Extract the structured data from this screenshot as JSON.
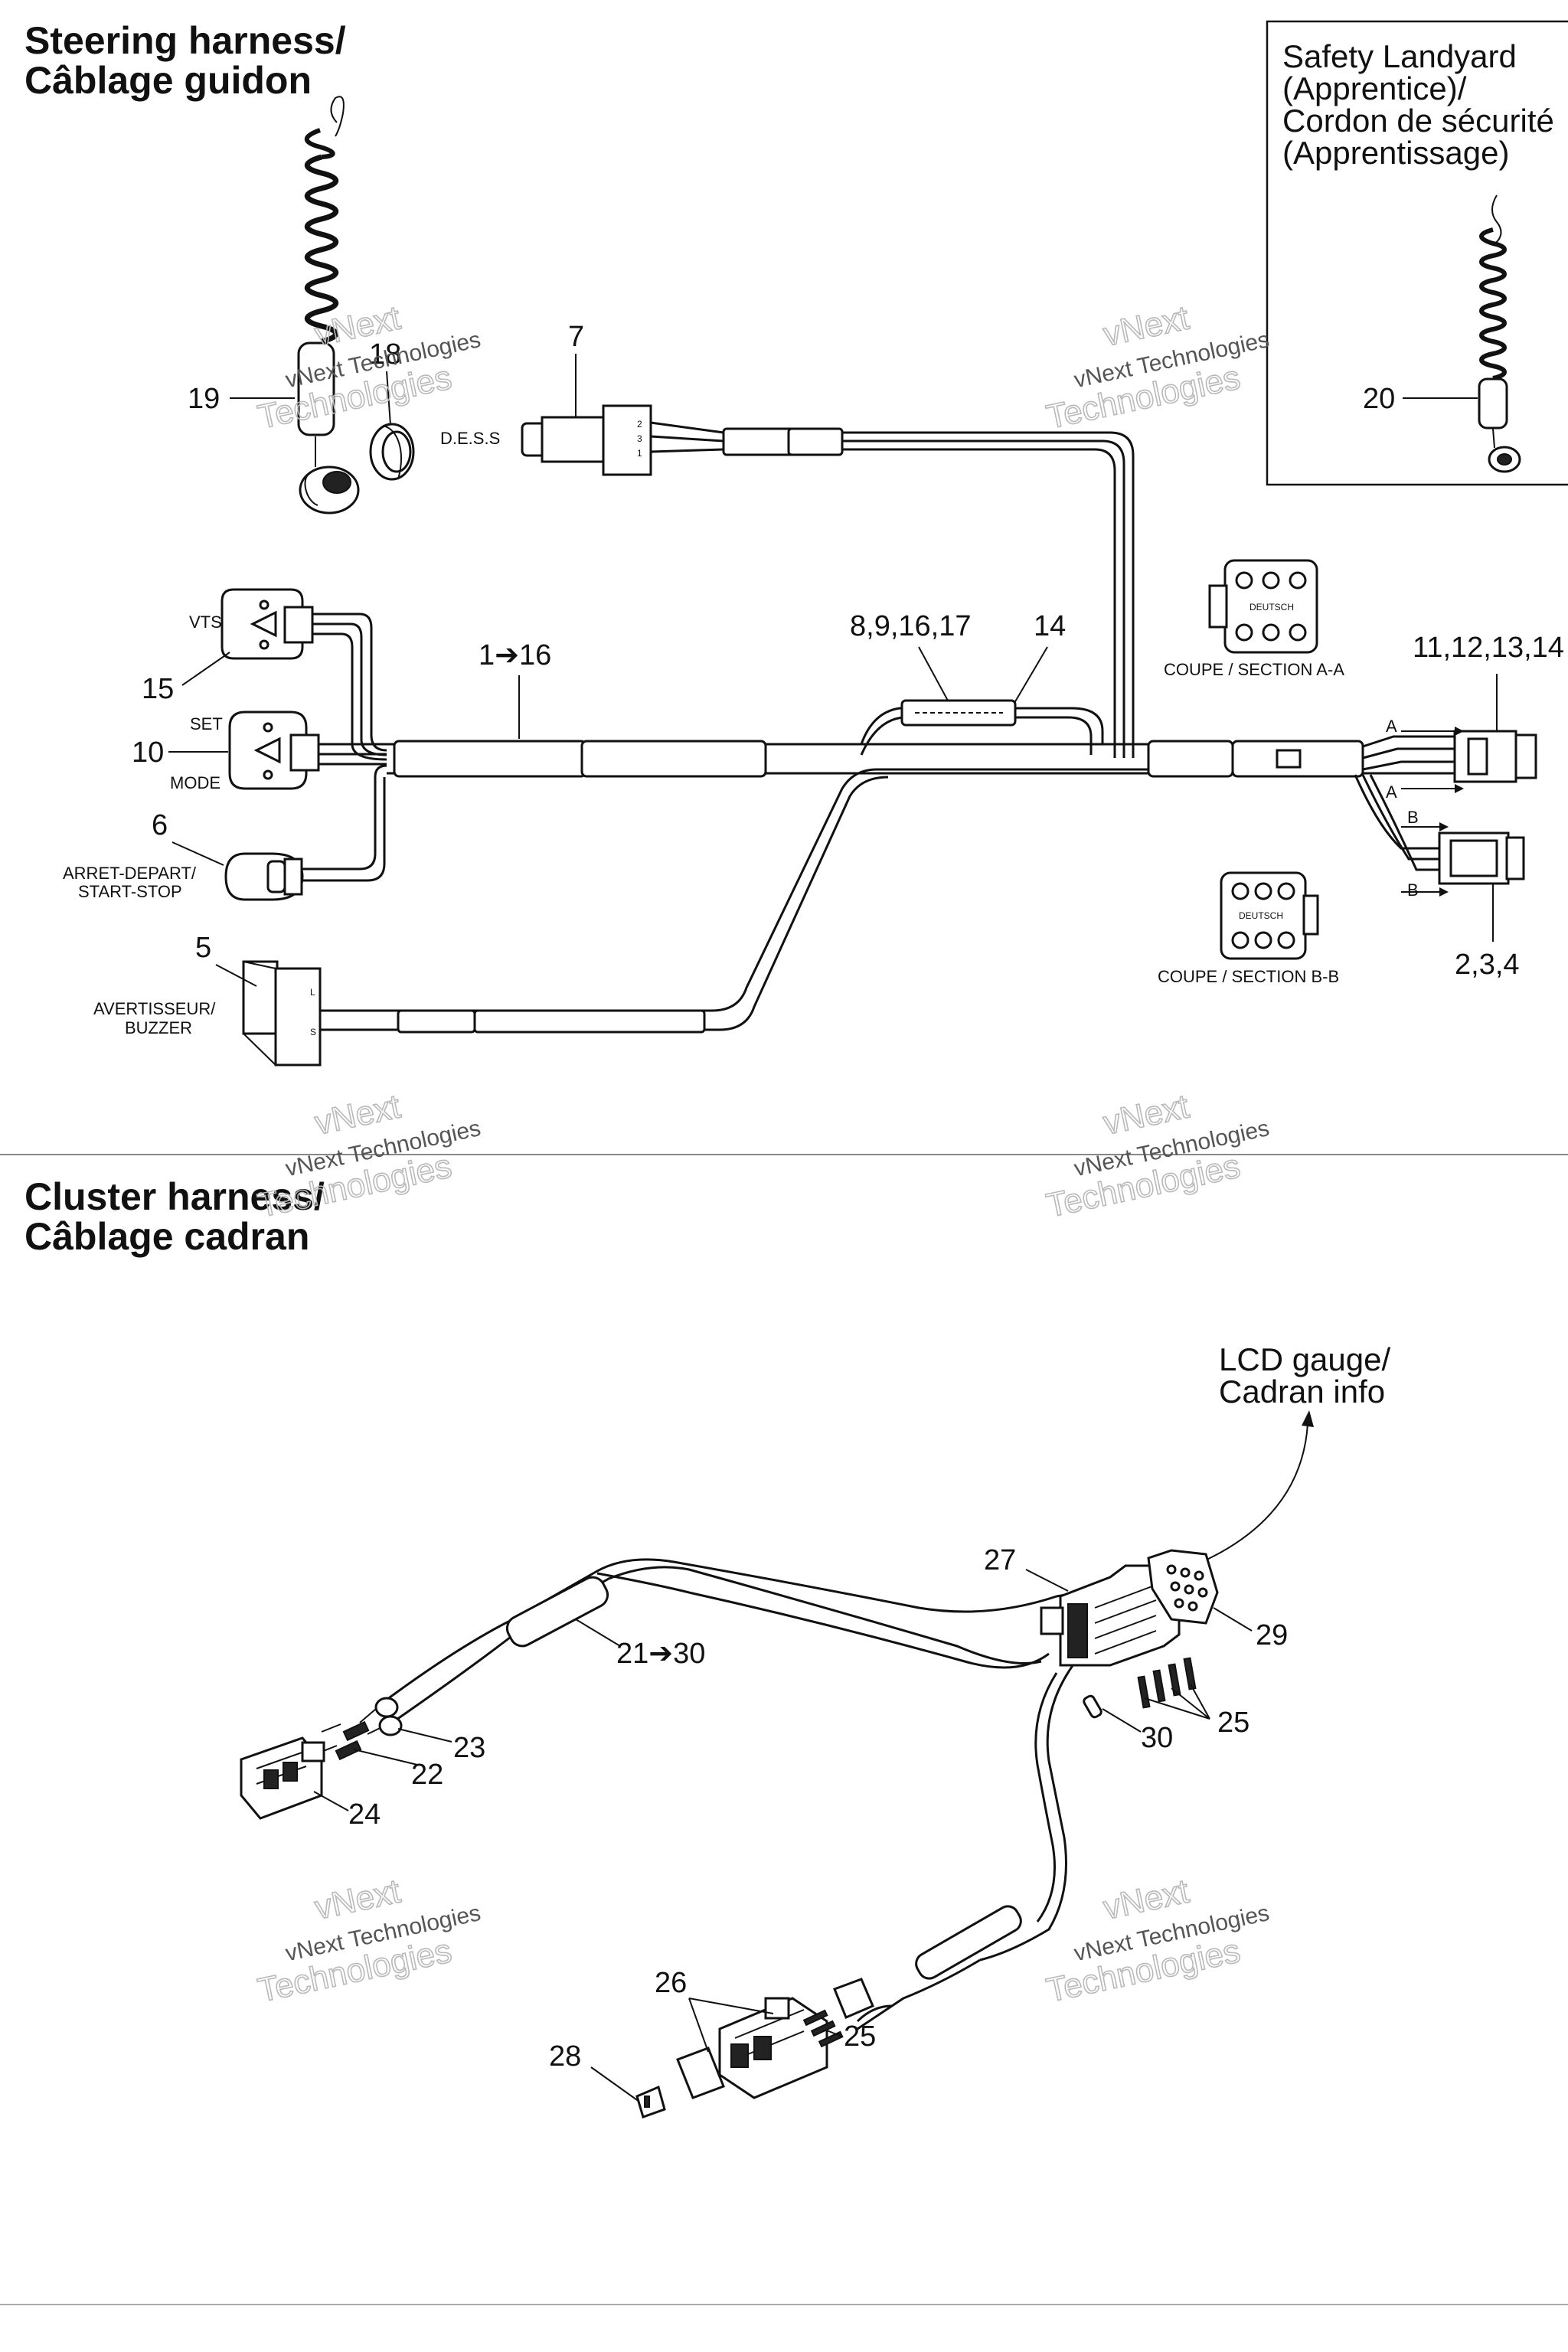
{
  "steering": {
    "title_line1": "Steering harness/",
    "title_line2": "Câblage guidon"
  },
  "cluster": {
    "title_line1": "Cluster harness/",
    "title_line2": "Câblage cadran"
  },
  "landyard_box": {
    "line1": "Safety Landyard",
    "line2": "(Apprentice)/",
    "line3": "Cordon de sécurité",
    "line4": "(Apprentissage)"
  },
  "callouts": {
    "c19": "19",
    "c18": "18",
    "c7": "7",
    "c20": "20",
    "c1_16": "1➔16",
    "c8_17": "8,9,16,17",
    "c14": "14",
    "c11_14": "11,12,13,14",
    "c15": "15",
    "c10": "10",
    "c6": "6",
    "c5": "5",
    "c2_4": "2,3,4",
    "c27": "27",
    "c29": "29",
    "c21_30": "21➔30",
    "c23": "23",
    "c22": "22",
    "c24": "24",
    "c30": "30",
    "c25a": "25",
    "c26": "26",
    "c25b": "25",
    "c28": "28"
  },
  "labels": {
    "dess": "D.E.S.S",
    "vts": "VTS",
    "set": "SET",
    "mode": "MODE",
    "arret_line1": "ARRET-DEPART/",
    "arret_line2": "START-STOP",
    "buzzer_line1": "AVERTISSEUR/",
    "buzzer_line2": "BUZZER",
    "section_aa": "COUPE / SECTION A-A",
    "section_bb": "COUPE / SECTION B-B",
    "deutsch": "DEUTSCH",
    "a_top": "A",
    "a_bottom": "A",
    "b_top": "B",
    "b_bottom": "B",
    "lcd_line1": "LCD gauge/",
    "lcd_line2": "Cadran info"
  },
  "watermark": {
    "line1": "vNext",
    "line2": "Technologies",
    "line3": "vNext Technologies"
  }
}
